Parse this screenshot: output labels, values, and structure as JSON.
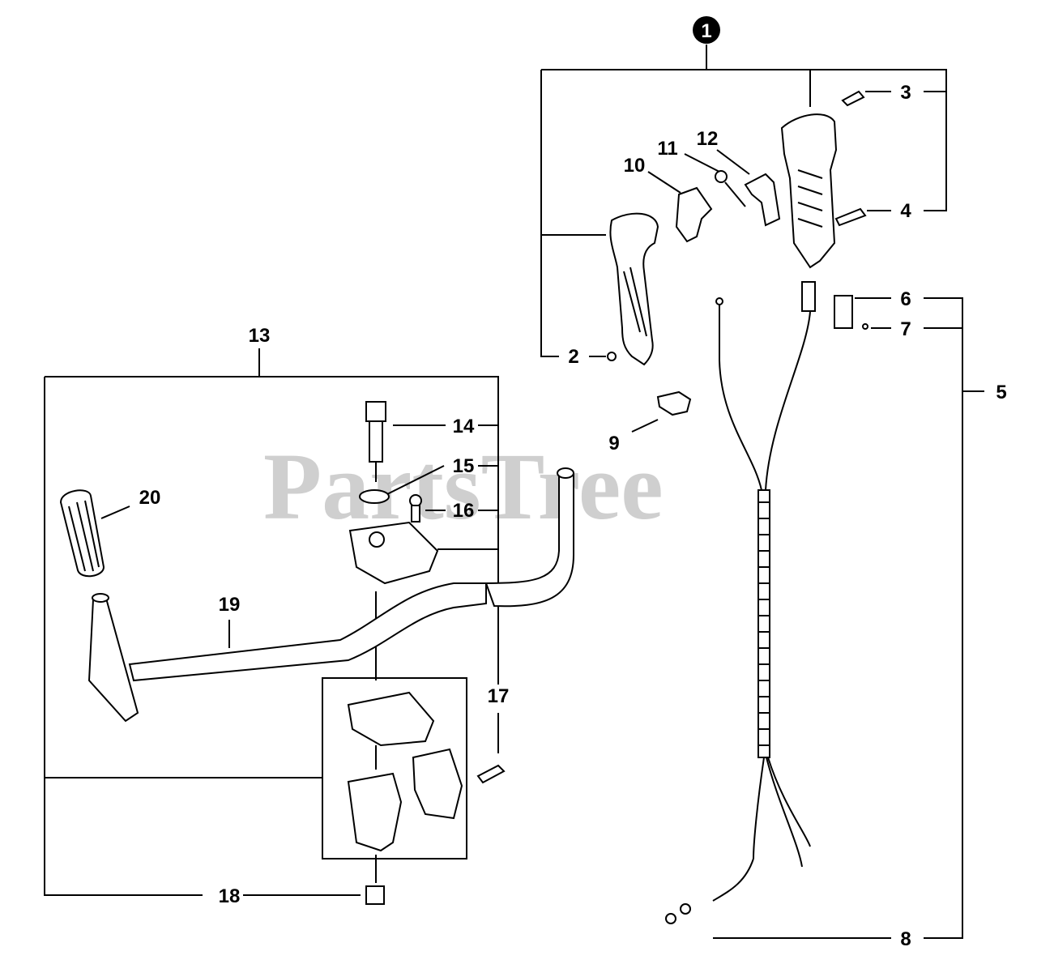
{
  "watermark": "PartsTree",
  "callouts": {
    "n1": "1",
    "n2": "2",
    "n3": "3",
    "n4": "4",
    "n5": "5",
    "n6": "6",
    "n7": "7",
    "n8": "8",
    "n9": "9",
    "n10": "10",
    "n11": "11",
    "n12": "12",
    "n13": "13",
    "n14": "14",
    "n15": "15",
    "n16": "16",
    "n17": "17",
    "n18": "18",
    "n19": "19",
    "n20": "20"
  }
}
